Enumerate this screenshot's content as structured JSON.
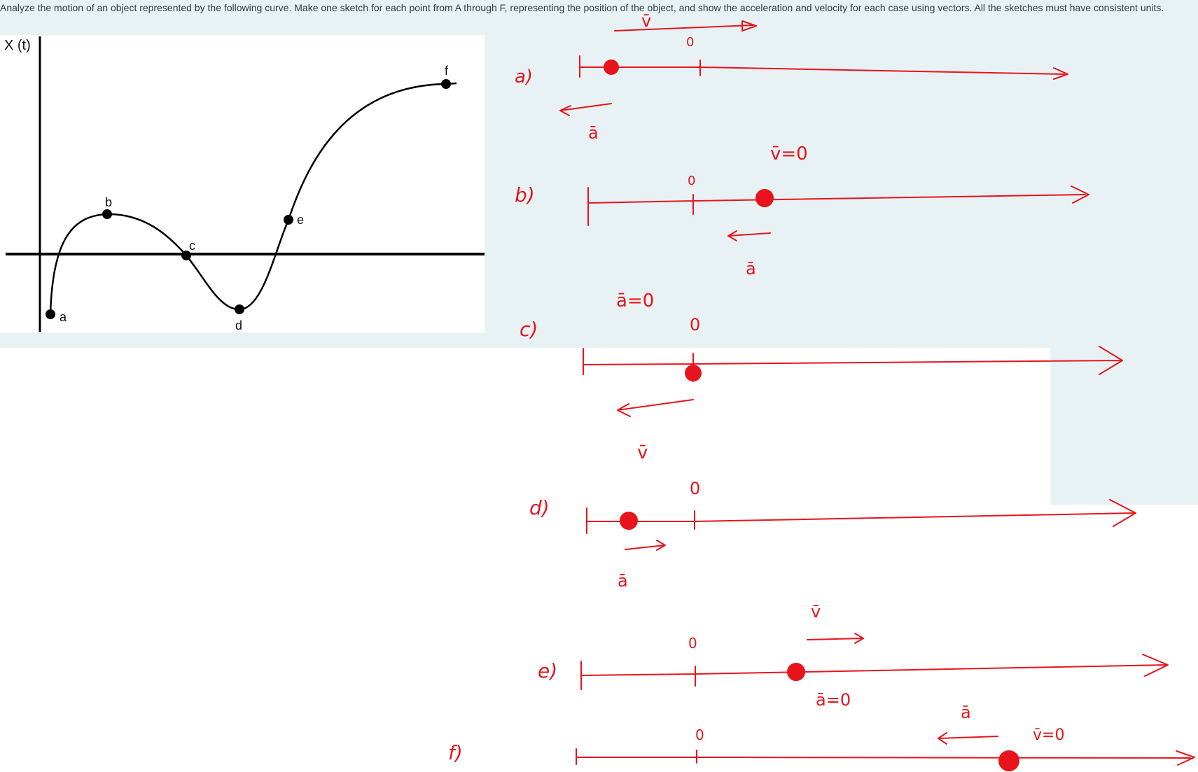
{
  "question": {
    "text": "Analyze the motion of an object represented by the following curve. Make one sketch for each point from A through F, representing the position of the object, and show the acceleration and velocity for each case using vectors. All the sketches must have consistent units."
  },
  "graph": {
    "y_axis_label": "X (t)",
    "points": [
      {
        "id": "a",
        "label": "a"
      },
      {
        "id": "b",
        "label": "b"
      },
      {
        "id": "c",
        "label": "c"
      },
      {
        "id": "d",
        "label": "d"
      },
      {
        "id": "e",
        "label": "e"
      },
      {
        "id": "f",
        "label": "f"
      }
    ]
  },
  "sketches": {
    "ink_color": "#e8141b",
    "a": {
      "case_label": "a)",
      "origin_label": "0",
      "velocity_label": "v̄",
      "acceleration_label": "ā"
    },
    "b": {
      "case_label": "b)",
      "origin_label": "0",
      "velocity_label": "v̄=0",
      "acceleration_label": "ā"
    },
    "c": {
      "case_label": "c)",
      "origin_label": "0",
      "velocity_label": "v̄",
      "acceleration_label": "ā=0"
    },
    "d": {
      "case_label": "d)",
      "origin_label": "0",
      "acceleration_label": "ā"
    },
    "e": {
      "case_label": "e)",
      "origin_label": "0",
      "velocity_label": "v̄",
      "acceleration_label": "ā=0"
    },
    "f": {
      "case_label": "f)",
      "origin_label": "0",
      "velocity_label": "v̄=0",
      "acceleration_label": "ā"
    }
  }
}
